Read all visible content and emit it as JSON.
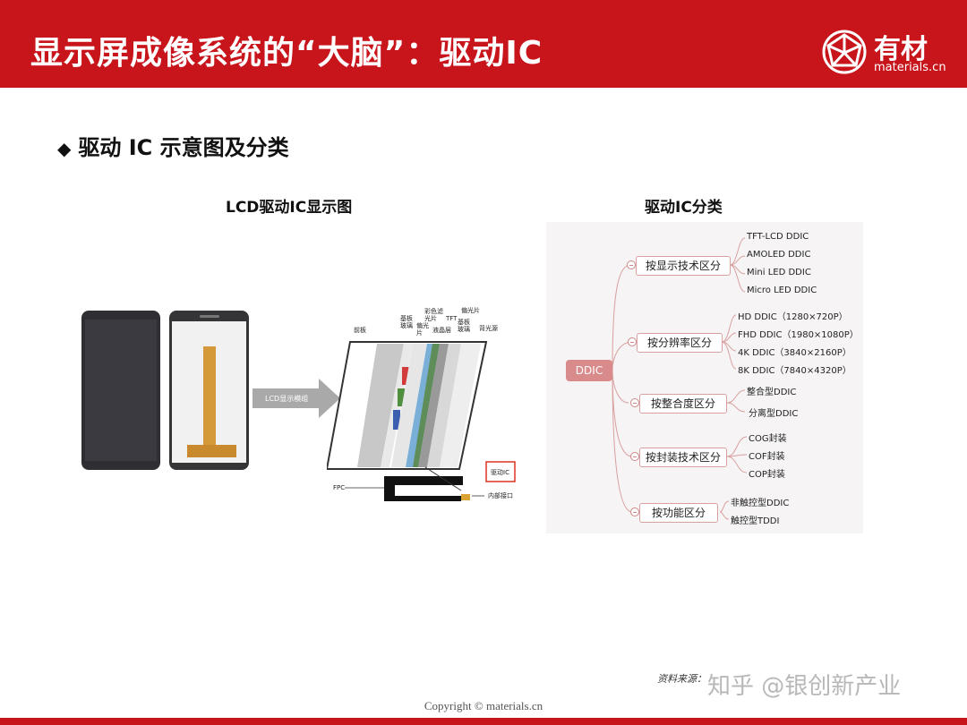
{
  "header": {
    "title": "显示屏成像系统的“大脑”：驱动IC",
    "logo_cn": "有材",
    "logo_en": "materials.cn",
    "color": "#c8141b"
  },
  "section": {
    "bullet": "◆",
    "title": "驱动 IC 示意图及分类"
  },
  "left_figure": {
    "title": "LCD驱动IC显示图",
    "arrow_label": "LCD显示模组",
    "layer_labels": {
      "front_panel": "前板",
      "substrate_glass": "基板\n玻璃",
      "polarizer": "偏光\n片",
      "color_filter": "彩色滤\n光片",
      "liquid_crystal": "液晶层",
      "tft": "TFT",
      "substrate_glass_2": "基板\n玻璃",
      "polarizer_2": "偏光片",
      "backlight": "背光源"
    },
    "driver_ic": "驱动IC",
    "fpc": "FPC",
    "internal_interface": "内部接口"
  },
  "right_figure": {
    "title": "驱动IC分类",
    "root": "DDIC",
    "branches": [
      {
        "label": "按显示技术区分",
        "leaves": [
          "TFT-LCD DDIC",
          "AMOLED DDIC",
          "Mini LED DDIC",
          "Micro LED DDIC"
        ]
      },
      {
        "label": "按分辨率区分",
        "leaves": [
          "HD DDIC（1280×720P）",
          "FHD DDIC（1980×1080P）",
          "4K DDIC（3840×2160P）",
          "8K DDIC（7840×4320P）"
        ]
      },
      {
        "label": "按整合度区分",
        "leaves": [
          "整合型DDIC",
          "分离型DDIC"
        ]
      },
      {
        "label": "按封装技术区分",
        "leaves": [
          "COG封装",
          "COF封装",
          "COP封装"
        ]
      },
      {
        "label": "按功能区分",
        "leaves": [
          "非触控型DDIC",
          "触控型TDDI"
        ]
      }
    ]
  },
  "footer": {
    "source": "资料来源：",
    "watermark": "知乎 @银创新产业",
    "copyright": "Copyright © materials.cn"
  }
}
